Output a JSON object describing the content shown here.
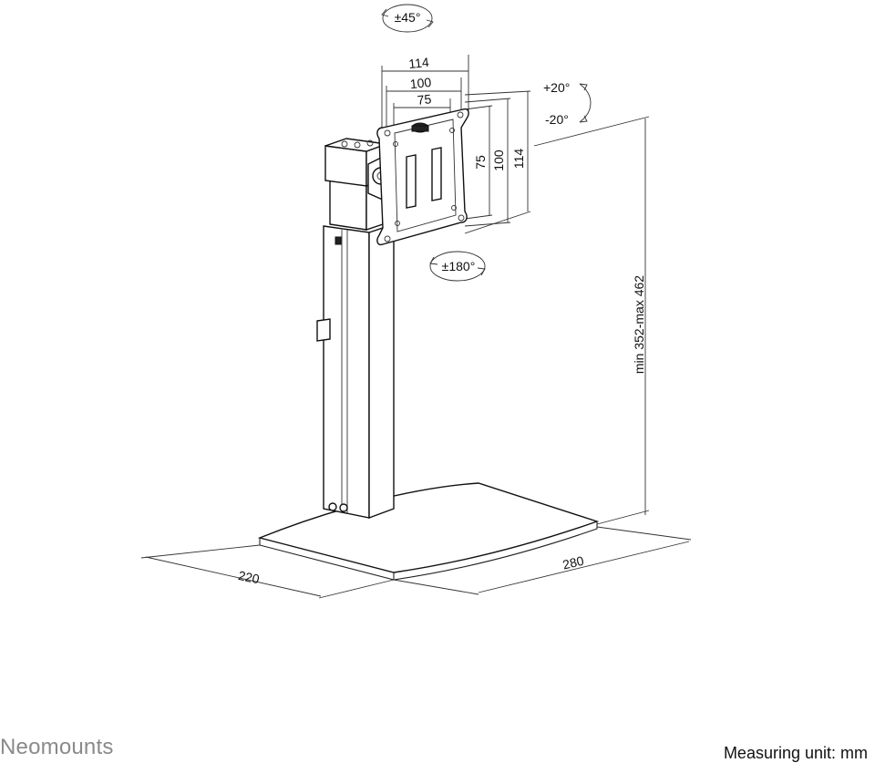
{
  "brand": {
    "name": "Neomounts"
  },
  "footer": {
    "measuring_unit": "Measuring unit: mm"
  },
  "dimensions": {
    "swivel": "±45°",
    "vesa_outer": "114",
    "vesa_middle": "100",
    "vesa_inner": "75",
    "vesa_v_inner": "75",
    "vesa_v_middle": "100",
    "vesa_v_outer": "114",
    "tilt_up": "+20°",
    "tilt_down": "-20°",
    "rotation": "±180°",
    "height": "min 352-max 462",
    "base_depth": "220",
    "base_width": "280"
  }
}
